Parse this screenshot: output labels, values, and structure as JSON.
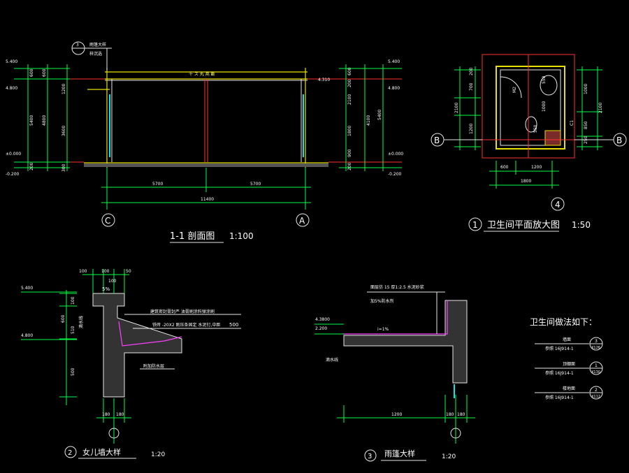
{
  "section_1_1": {
    "title": "1-1  剖面图",
    "scale": "1:100",
    "roof_note": "千 ス 丸 鬲 斷",
    "ref_bubble": "3",
    "ref_note_top": "雨篷大样",
    "ref_note_bottom": "梓沉选",
    "left_elev": [
      "5.400",
      "4.800",
      "±0.000",
      "-0.200"
    ],
    "left_dims_1": [
      "600",
      "5400",
      "200"
    ],
    "left_dims_2": [
      "600",
      "4800"
    ],
    "left_dims_3": [
      "1200",
      "3600",
      "300"
    ],
    "right_elev": [
      "5.400",
      "4.800",
      "±0.000",
      "-0.200"
    ],
    "right_mid_elev": "4.310",
    "right_dims_1": [
      "600",
      "200",
      "2100",
      "1800",
      "900",
      "200"
    ],
    "right_dims_2": [
      "4100",
      "5400"
    ],
    "bottom_dims": [
      "5700",
      "5700"
    ],
    "total_dim": "11400",
    "axis_left": "C",
    "axis_right": "A"
  },
  "bathroom_plan": {
    "title": "卫生间平面放大图",
    "scale": "1:50",
    "bubble": "1",
    "left_dims_1": [
      "200",
      "700",
      "1200"
    ],
    "left_dim_total": "2100",
    "right_dims_1": [
      "1000",
      "850",
      "250"
    ],
    "right_dim_total": "2100",
    "inner_dims": [
      "550",
      "1000",
      "550"
    ],
    "door_label": "M2",
    "window_label": "C1",
    "bottom_dims": [
      "600",
      "1200"
    ],
    "bottom_total": "1800",
    "axis_left": "B",
    "axis_right": "B",
    "axis_bottom": "4"
  },
  "parapet_detail": {
    "title": "女儿墙大样",
    "scale": "1:20",
    "bubble": "2",
    "top_dims": [
      "100",
      "100",
      "50"
    ],
    "top_dim_2": "100",
    "slope": "5%",
    "elev_top": "5.400",
    "elev_bottom": "4.800",
    "left_dims": [
      "100",
      "600",
      "510",
      "500"
    ],
    "bottom_dims": [
      "180",
      "180"
    ],
    "note_1": "建筑密封膏封严 油膏刷涂料弹涂刷",
    "note_2": "铁砖 -20X2 刚压条固定  水泥钉,中距",
    "note_2_val": "500",
    "note_3": "附加防水层",
    "drip": "滴水线"
  },
  "canopy_detail": {
    "title": "雨篷大样",
    "scale": "1:20",
    "bubble": "3",
    "note_1": "面层仿 15 厚1:2.5 水泥砂浆",
    "note_2": "加5%防水剂",
    "slope": "i=1%",
    "elev_1": "4.3800",
    "elev_2": "2.200",
    "drip": "滴水线",
    "dim_main": "1200",
    "dims_right": [
      "180",
      "180"
    ]
  },
  "bathroom_notes": {
    "title": "卫生间做法如下：",
    "items": [
      {
        "name": "墙面",
        "spec": "参照 16J914-1",
        "ref_top": "3",
        "ref_bottom": "X126"
      },
      {
        "name": "顶棚面",
        "spec": "参照 16J914-1",
        "ref_top": "1",
        "ref_bottom": "X130"
      },
      {
        "name": "楼地面",
        "spec": "参照 16J914-1",
        "ref_top": "2",
        "ref_bottom": "X112"
      }
    ]
  }
}
